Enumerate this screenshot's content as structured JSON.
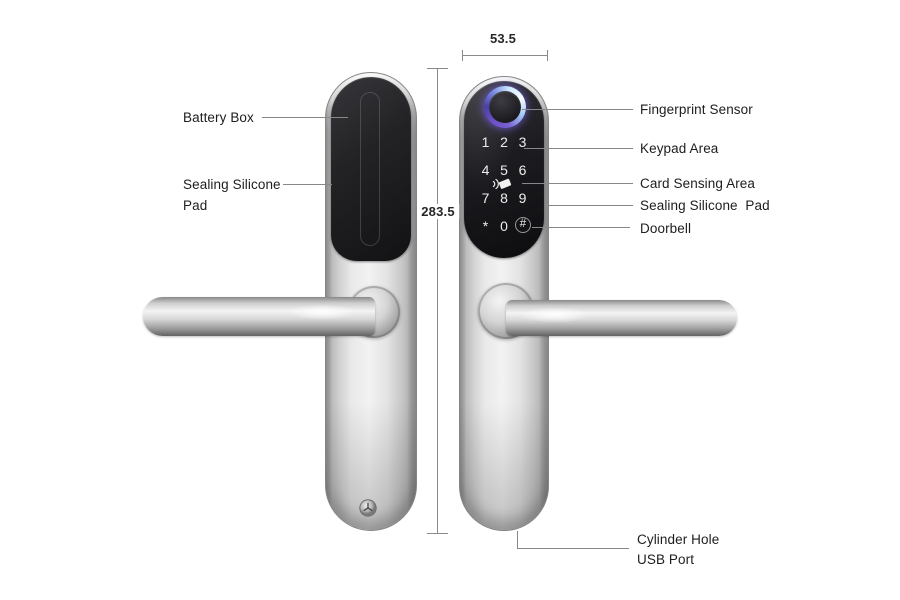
{
  "title": "Smart door lock dimension and feature diagram",
  "dimensions": {
    "width_mm": "53.5",
    "height_mm": "283.5"
  },
  "labels": {
    "battery_box": "Battery Box",
    "sealing_silicone_line1": "Sealing Silicone",
    "sealing_silicone_line2": "Pad",
    "fingerprint_sensor": "Fingerprint Sensor",
    "keypad_area": "Keypad Area",
    "card_sensing_area": "Card Sensing Area",
    "sealing_silicone_pad": "Sealing Silicone  Pad",
    "doorbell": "Doorbell",
    "cylinder_hole": "Cylinder Hole",
    "usb_port": "USB Port"
  },
  "keypad": {
    "row1": [
      "1",
      "2",
      "3"
    ],
    "row2": [
      "4",
      "5",
      "6"
    ],
    "row3": [
      "7",
      "8",
      "9"
    ],
    "row4": [
      "*",
      "0",
      "#"
    ]
  },
  "icons": {
    "fingerprint_sensor": "fingerprint-sensor-icon",
    "card_sensing": "card-wave-icon",
    "doorbell_key": "doorbell-ring",
    "screw": "screw-icon"
  },
  "colors": {
    "fingerprint_glow": "#7b66d9",
    "panel_black": "#1b1b1e",
    "plate_silver": "#d9d9d9",
    "leader_line": "#888888",
    "text": "#1d1d1d",
    "background": "#ffffff"
  }
}
